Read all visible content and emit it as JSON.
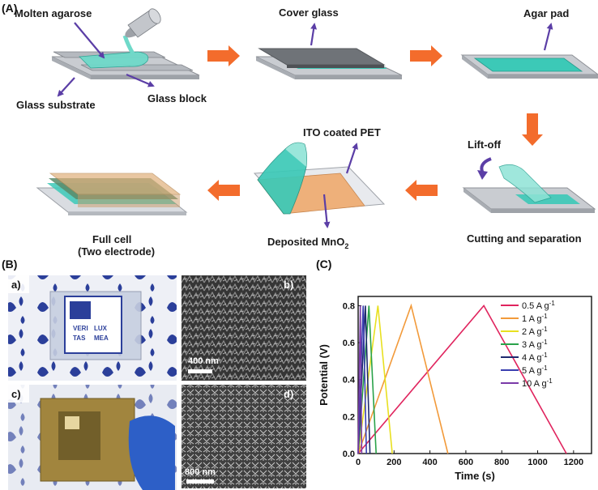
{
  "panel_a": {
    "letter": "(A)",
    "steps": {
      "s1": {
        "label_molten": "Molten agarose",
        "label_substrate": "Glass substrate",
        "label_block": "Glass block"
      },
      "s2": {
        "label": "Cover glass"
      },
      "s3": {
        "label": "Agar pad"
      },
      "s4": {
        "label_lift": "Lift-off",
        "label_cut": "Cutting and separation"
      },
      "s5": {
        "label_ito": "ITO coated PET",
        "label_mno2_main": "Deposited MnO",
        "label_mno2_sub": "2"
      },
      "s6": {
        "label_line1": "Full cell",
        "label_line2": "(Two electrode)"
      }
    },
    "colors": {
      "arrow": "#f36c2c",
      "pointer": "#5b3ea6",
      "agar": "#3cc9b7",
      "glass": "#b8bcc2",
      "mno2": "#e9a871"
    }
  },
  "panel_b": {
    "letter": "(B)",
    "photo_a": {
      "letter": "a)",
      "logo_text_1": "VERI",
      "logo_text_2": "LUX",
      "logo_text_3": "TAS",
      "logo_text_4": "MEA"
    },
    "sem_b": {
      "letter": "b)",
      "scale": "400 nm"
    },
    "photo_c": {
      "letter": "c)"
    },
    "sem_d": {
      "letter": "d)",
      "scale": "800 nm"
    }
  },
  "panel_c": {
    "letter": "(C)"
  },
  "chart_data": {
    "type": "line",
    "title": "",
    "xlabel": "Time (s)",
    "ylabel": "Potential (V)",
    "xlim": [
      0,
      1300
    ],
    "ylim": [
      0,
      0.85
    ],
    "xticks": [
      0,
      200,
      400,
      600,
      800,
      1000,
      1200
    ],
    "yticks": [
      0.0,
      0.2,
      0.4,
      0.6,
      0.8
    ],
    "xtick_labels": [
      "0",
      "200",
      "400",
      "600",
      "800",
      "1000",
      "1200"
    ],
    "ytick_labels": [
      "0.0",
      "0.2",
      "0.4",
      "0.6",
      "0.8"
    ],
    "legend_position": "top-right",
    "series": [
      {
        "name": "0.5 A g",
        "unit_sup": "-1",
        "color": "#e0245e",
        "x": [
          0,
          700,
          1160
        ],
        "y": [
          0,
          0.8,
          0
        ]
      },
      {
        "name": "1 A g",
        "unit_sup": "-1",
        "color": "#f29a3a",
        "x": [
          0,
          295,
          500
        ],
        "y": [
          0,
          0.8,
          0
        ]
      },
      {
        "name": "2 A g",
        "unit_sup": "-1",
        "color": "#e8e020",
        "x": [
          0,
          110,
          190
        ],
        "y": [
          0,
          0.8,
          0
        ]
      },
      {
        "name": "3 A g",
        "unit_sup": "-1",
        "color": "#2aa24a",
        "x": [
          0,
          60,
          100
        ],
        "y": [
          0,
          0.8,
          0
        ]
      },
      {
        "name": "4 A g",
        "unit_sup": "-1",
        "color": "#1f2a6e",
        "x": [
          0,
          40,
          66
        ],
        "y": [
          0,
          0.8,
          0
        ]
      },
      {
        "name": "5 A g",
        "unit_sup": "-1",
        "color": "#3a3fb0",
        "x": [
          0,
          28,
          46
        ],
        "y": [
          0,
          0.8,
          0
        ]
      },
      {
        "name": "10 A g",
        "unit_sup": "-1",
        "color": "#7a3aa8",
        "x": [
          0,
          12,
          20
        ],
        "y": [
          0,
          0.8,
          0
        ]
      }
    ]
  }
}
